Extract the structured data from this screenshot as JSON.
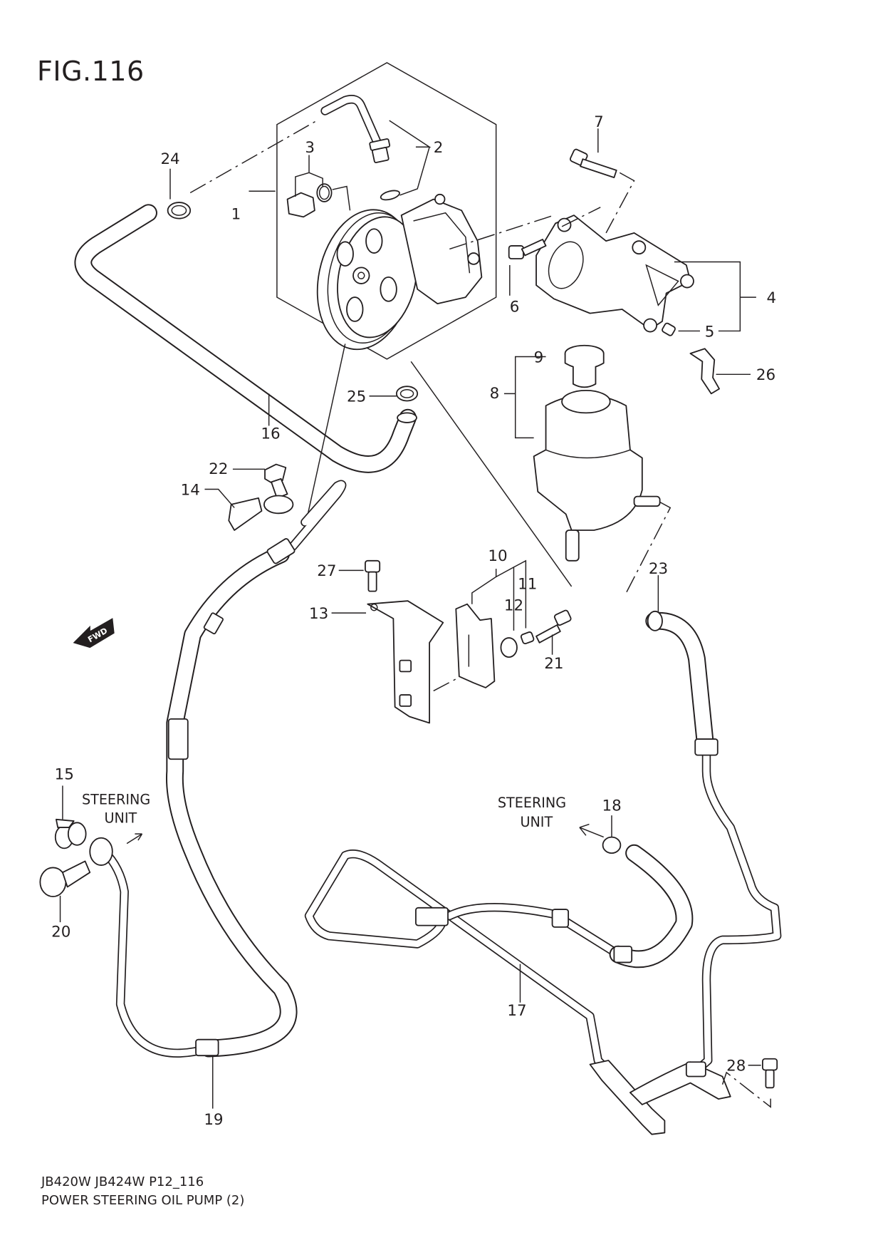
{
  "figure": {
    "title": "FIG.116",
    "model_line": "JB420W JB424W P12_116",
    "caption": "POWER STEERING OIL PUMP (2)"
  },
  "direction_marker": {
    "label": "FWD",
    "icon": "forward-arrow-icon"
  },
  "notes": {
    "steering_unit_left": [
      "STEERING",
      "UNIT"
    ],
    "steering_unit_right": [
      "STEERING",
      "UNIT"
    ]
  },
  "callouts": [
    {
      "id": "1",
      "part": "oil-pump-assembly"
    },
    {
      "id": "2",
      "part": "suction-pipe-and-o-ring"
    },
    {
      "id": "3",
      "part": "plug-and-o-ring"
    },
    {
      "id": "4",
      "part": "pump-bracket"
    },
    {
      "id": "5",
      "part": "bracket-collar"
    },
    {
      "id": "6",
      "part": "bracket-bolt"
    },
    {
      "id": "7",
      "part": "pump-bolt"
    },
    {
      "id": "8",
      "part": "reservoir-tank"
    },
    {
      "id": "9",
      "part": "reservoir-cap"
    },
    {
      "id": "10",
      "part": "tank-bracket-set"
    },
    {
      "id": "11",
      "part": "collar"
    },
    {
      "id": "12",
      "part": "cushion"
    },
    {
      "id": "13",
      "part": "tank-mount-bracket"
    },
    {
      "id": "14",
      "part": "gasket-washer"
    },
    {
      "id": "15",
      "part": "gasket-washer-steering"
    },
    {
      "id": "16",
      "part": "suction-hose"
    },
    {
      "id": "17",
      "part": "return-pipe"
    },
    {
      "id": "18",
      "part": "hose-clamp"
    },
    {
      "id": "19",
      "part": "pressure-hose"
    },
    {
      "id": "20",
      "part": "union-bolt"
    },
    {
      "id": "21",
      "part": "bolt"
    },
    {
      "id": "22",
      "part": "union-bolt-pump"
    },
    {
      "id": "23",
      "part": "hose-clamp"
    },
    {
      "id": "24",
      "part": "hose-clamp"
    },
    {
      "id": "25",
      "part": "hose-clamp"
    },
    {
      "id": "26",
      "part": "pipe-clamp"
    },
    {
      "id": "27",
      "part": "bolt"
    },
    {
      "id": "28",
      "part": "bolt"
    }
  ]
}
